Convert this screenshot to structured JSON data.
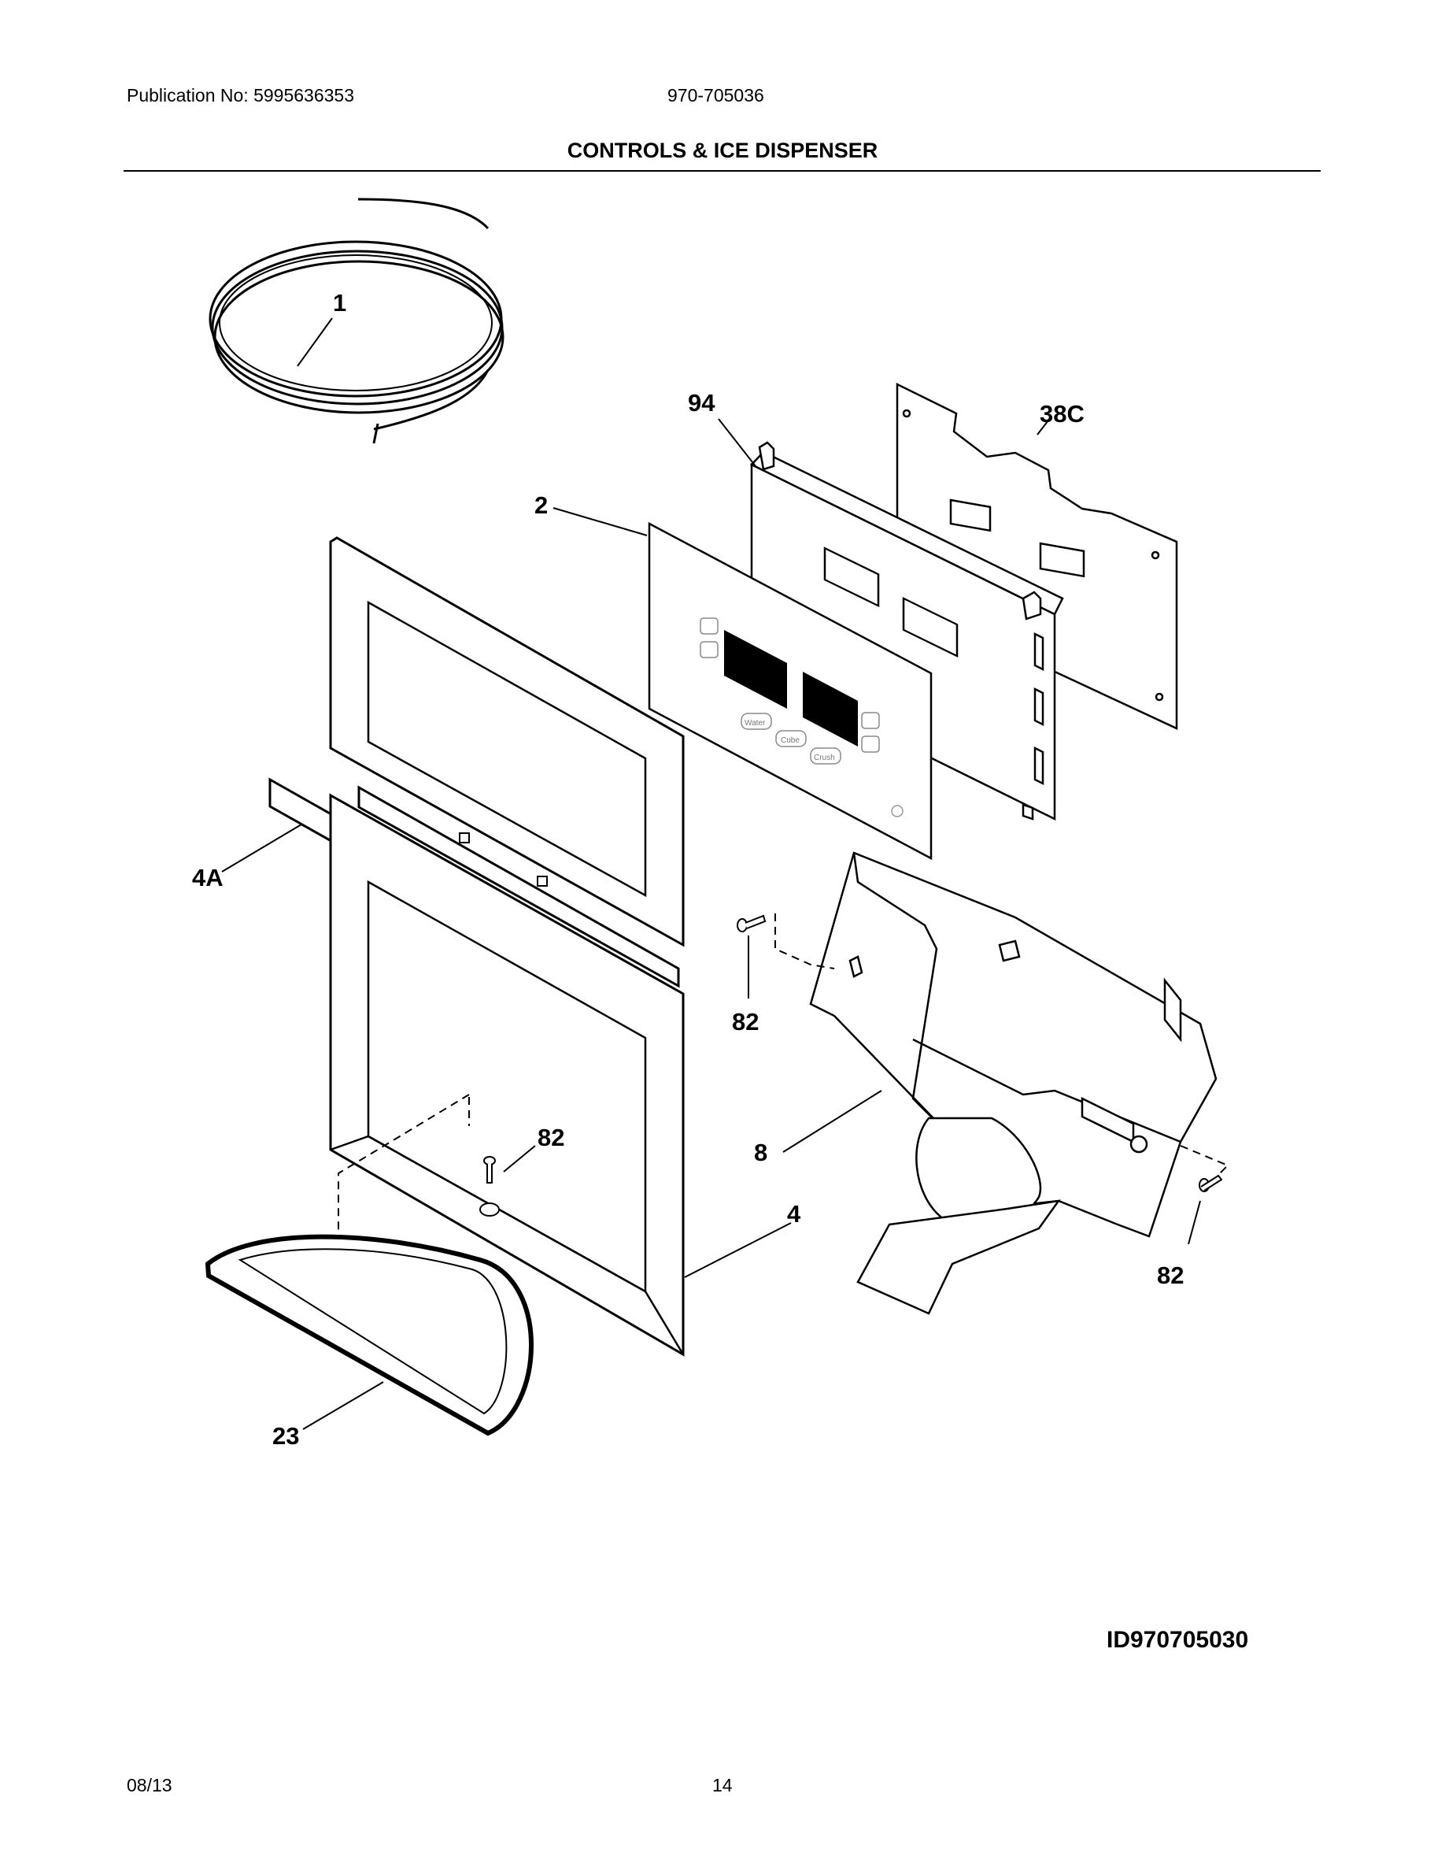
{
  "header": {
    "publication": "Publication No: 5995636353",
    "document_number": "970-705036",
    "title": "CONTROLS & ICE DISPENSER"
  },
  "callouts": {
    "c1": "1",
    "c94": "94",
    "c38c": "38C",
    "c2": "2",
    "c4a": "4A",
    "c82_top": "82",
    "c8": "8",
    "c82_mid": "82",
    "c4": "4",
    "c82_right": "82",
    "c23": "23"
  },
  "panel_labels": {
    "water": "Water",
    "cube": "Cube",
    "crush": "Crush"
  },
  "image_id": "ID970705030",
  "footer": {
    "date": "08/13",
    "page": "14"
  }
}
